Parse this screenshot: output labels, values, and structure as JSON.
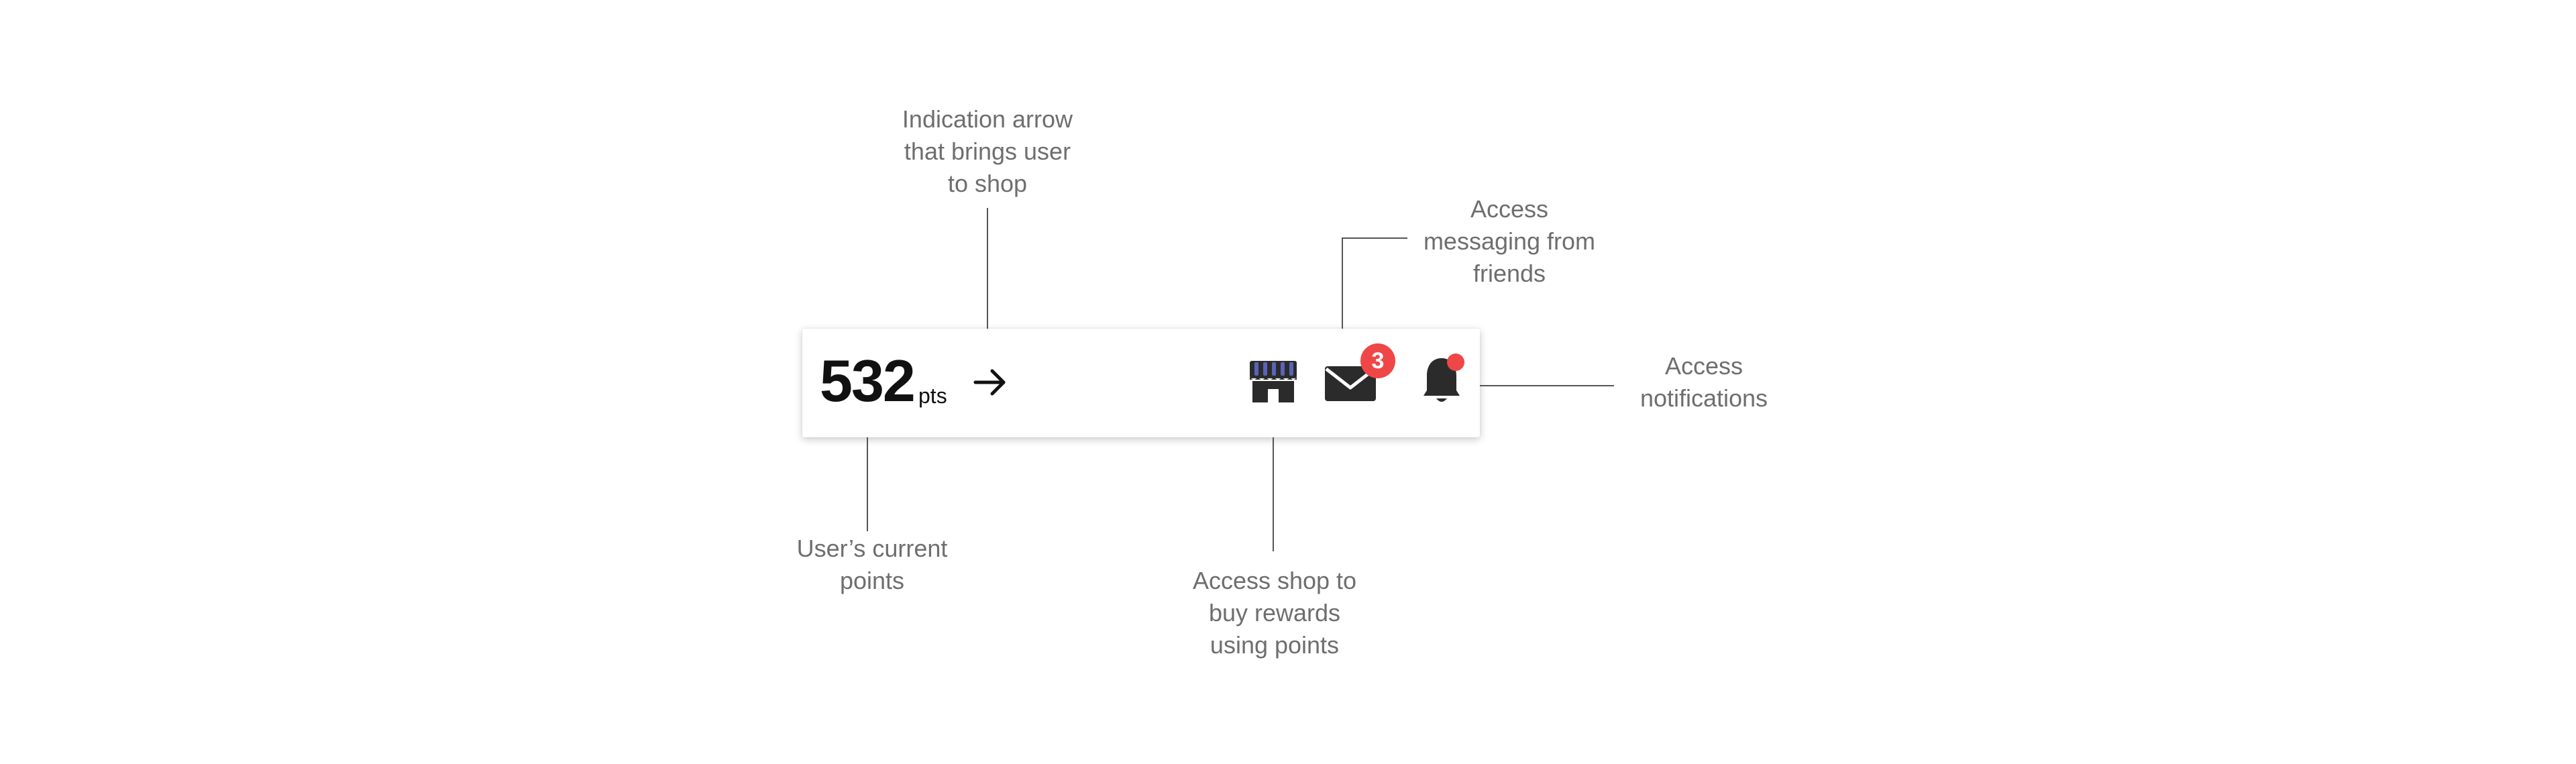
{
  "widget": {
    "points_value": "532",
    "points_unit": "pts",
    "icons": [
      "arrow-right-icon",
      "shop-icon",
      "mail-icon",
      "bell-icon"
    ],
    "mail_badge_count": "3",
    "colors": {
      "badge": "#ef4747",
      "icon": "#2b2b2b",
      "awning_accent": "#5a63b8",
      "text": "#111111"
    }
  },
  "annotations": {
    "arrow": [
      "Indication arrow",
      "that brings user",
      "to shop"
    ],
    "messaging": [
      "Access",
      "messaging from",
      "friends"
    ],
    "notifications": [
      "Access",
      "notifications"
    ],
    "points": [
      "User’s current",
      "points"
    ],
    "shop": [
      "Access shop to",
      "buy rewards",
      "using points"
    ],
    "color": "#6e6e6e"
  }
}
